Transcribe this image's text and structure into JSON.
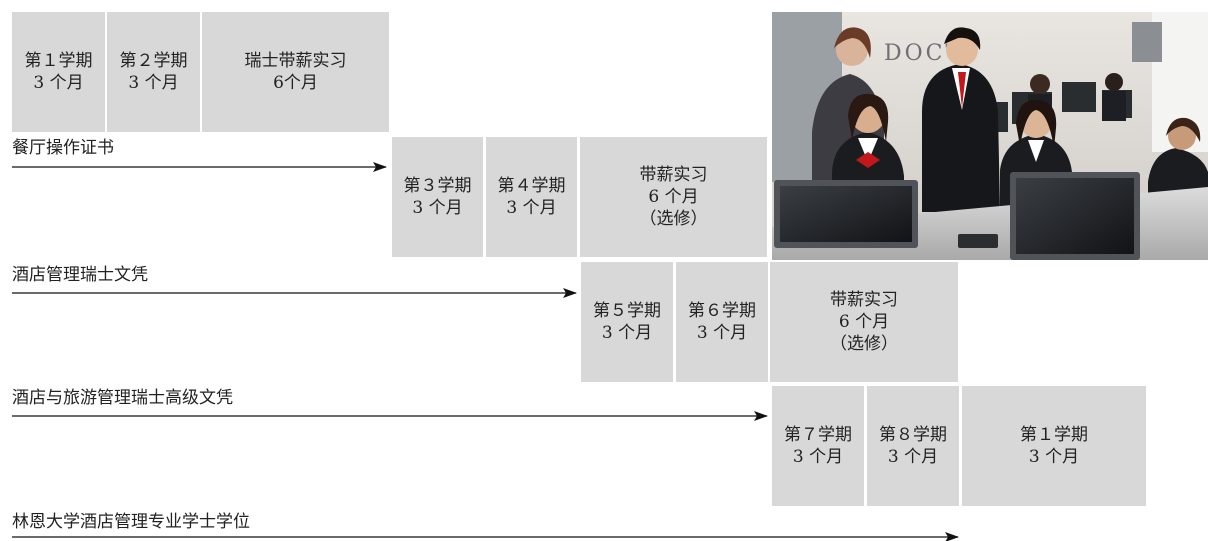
{
  "row1": {
    "boxes": [
      {
        "line1": "第１学期",
        "line2": "3 个月"
      },
      {
        "line1": "第２学期",
        "line2": "3 个月"
      },
      {
        "line1": "瑞士带薪实习",
        "line2": "6个月"
      }
    ],
    "label": "餐厅操作证书"
  },
  "row2": {
    "boxes": [
      {
        "line1": "第３学期",
        "line2": "3 个月"
      },
      {
        "line1": "第４学期",
        "line2": "3 个月"
      },
      {
        "line1": "带薪实习",
        "line2": "6 个月",
        "line3": "（选修）"
      }
    ],
    "label": "酒店管理瑞士文凭"
  },
  "row3": {
    "boxes": [
      {
        "line1": "第５学期",
        "line2": "3 个月"
      },
      {
        "line1": "第６学期",
        "line2": "3 个月"
      },
      {
        "line1": "带薪实习",
        "line2": "6 个月",
        "line3": "（选修）"
      }
    ],
    "label": "酒店与旅游管理瑞士高级文凭"
  },
  "row4": {
    "boxes": [
      {
        "line1": "第７学期",
        "line2": "3 个月"
      },
      {
        "line1": "第８学期",
        "line2": "3 个月"
      },
      {
        "line1": "第１学期",
        "line2": "3 个月"
      }
    ],
    "label": "林恩大学酒店管理专业学士学位"
  },
  "photo_text": "DOCT",
  "colors": {
    "box": "#d8d8d8",
    "text": "#222222",
    "arrow": "#111111"
  }
}
